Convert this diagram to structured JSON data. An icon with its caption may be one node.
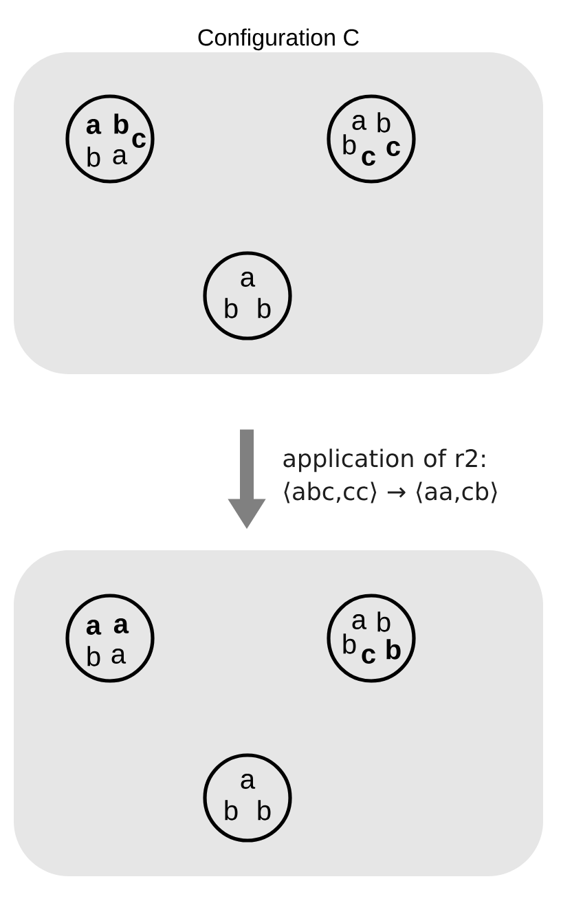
{
  "diagram": {
    "nodes": [
      {
        "text": [
          "Configuration C"
        ]
      },
      {
        "text": [
          "**a**",
          "**b**",
          "**c**",
          "b",
          "a"
        ],
        "in": 0
      },
      {
        "text": [
          "a",
          "b",
          "b",
          "**c**",
          "**c**"
        ],
        "in": 0
      },
      {
        "text": [
          "a",
          "b",
          "b"
        ],
        "in": 0
      },
      {
        "text": [],
        "shape": "box"
      },
      {
        "text": [
          "**a**",
          "**a**",
          "b",
          "a"
        ],
        "in": 4
      },
      {
        "text": [
          "a",
          "b",
          "b",
          "**c**",
          "**b**"
        ],
        "in": 4
      },
      {
        "text": [
          "a",
          "b",
          "b"
        ],
        "in": 4
      }
    ],
    "edges": [
      {
        "from": 0,
        "to": 4,
        "arrow": "to",
        "label": "application of r2: ⟨abc,cc⟩ → ⟨aa,cb⟩"
      }
    ]
  }
}
